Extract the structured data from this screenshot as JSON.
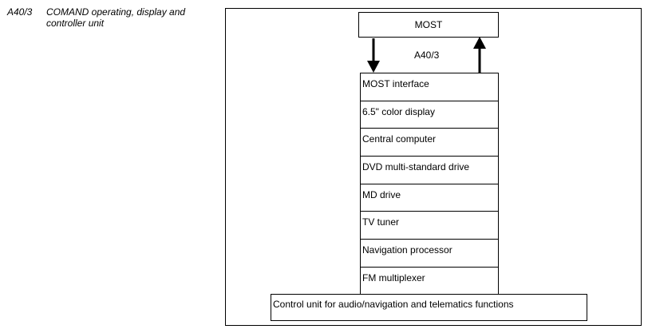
{
  "legend": {
    "code": "A40/3",
    "description": "COMAND operating, display and controller unit"
  },
  "diagram": {
    "most_box_label": "MOST",
    "unit_label": "A40/3",
    "modules": [
      "MOST interface",
      "6.5\" color display",
      "Central computer",
      "DVD multi-standard drive",
      "MD drive",
      "TV tuner",
      "Navigation processor",
      "FM multiplexer"
    ],
    "control_unit_label": "Control unit for audio/navigation and telematics functions"
  }
}
